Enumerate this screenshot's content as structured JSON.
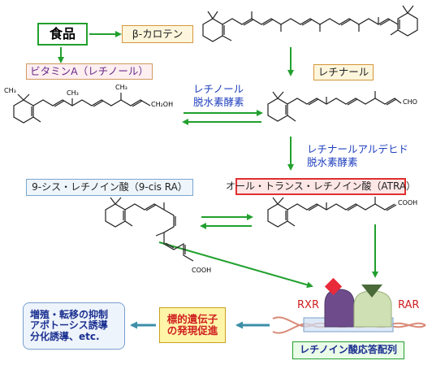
{
  "boxes": {
    "food": "食品",
    "beta_carotene": "β-カロテン",
    "vitamin_a": "ビタミンA（レチノール）",
    "retinal": "レチナール",
    "cis_ra": "9-シス・レチノイン酸（9-cis RA）",
    "atra": "オール・トランス・レチノイン酸（ATRA）",
    "target_gene": [
      "標的遺伝子",
      "の発現促進"
    ],
    "effects": [
      "増殖・転移の抑制",
      "アポトーシス誘導",
      "分化誘導、etc."
    ],
    "response_element": "レチノイン酸応答配列"
  },
  "enzymes": {
    "retinol_dh": [
      "レチノール",
      "脱水素酵素"
    ],
    "retinal_dh": [
      "レチナールアルデヒド",
      "脱水素酵素"
    ]
  },
  "receptors": {
    "rxr": "RXR",
    "rar": "RAR"
  },
  "formula_labels": {
    "ch3": "CH₃",
    "ch2oh": "CH₂OH",
    "cho": "CHO",
    "cooh": "COOH"
  },
  "colors": {
    "arrow_green": "#22a02e",
    "arrow_teal": "#3d8fa8",
    "enzyme_text": "#1f3fbf",
    "atra_border": "#e03030",
    "rxr_body": "#6e4c8c",
    "rar_body": "#cfe0b4",
    "dna": "#d98a78"
  }
}
